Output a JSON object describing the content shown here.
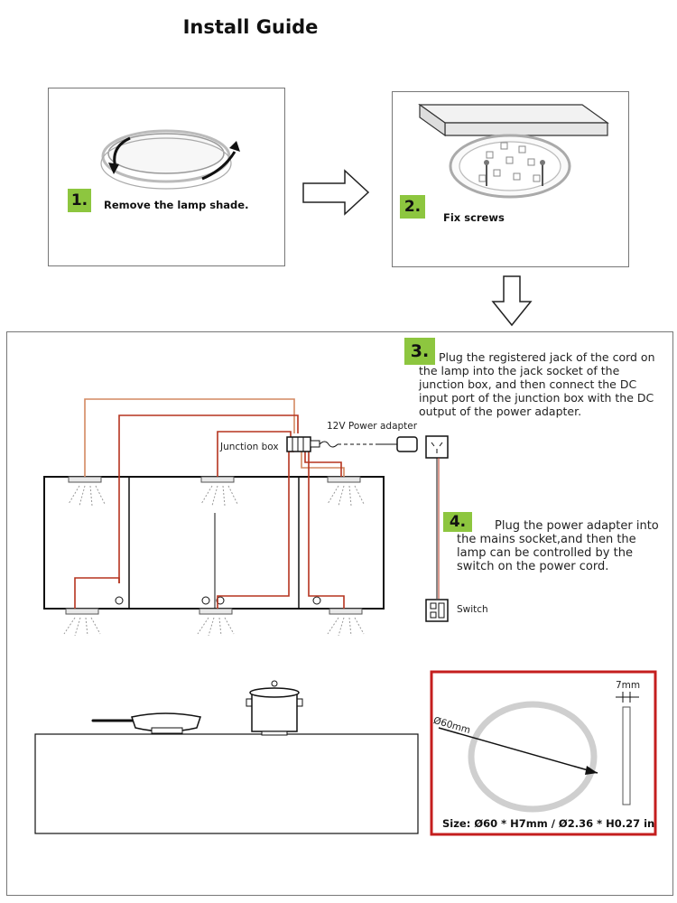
{
  "title": "Install Guide",
  "steps": [
    {
      "number": "1.",
      "text": "Remove the lamp shade."
    },
    {
      "number": "2.",
      "text": "Fix screws"
    },
    {
      "number": "3.",
      "text": "Plug the registered jack of the cord on the lamp into the jack socket of the junction box, and then connect the DC input port of the junction box with the DC output of the power adapter."
    },
    {
      "number": "4.",
      "text": "Plug the power adapter into the mains socket,and then the lamp can be controlled by the switch on the power cord."
    }
  ],
  "labels": {
    "junction_box": "Junction box",
    "power_adapter": "12V Power adapter",
    "switch": "Switch"
  },
  "size": {
    "diameter": "Ø60mm",
    "thickness": "7mm",
    "caption": "Size: Ø60 * H7mm / Ø2.36 * H0.27 in"
  },
  "colors": {
    "badge": "#8dc63f",
    "wire_red": "#b5341f",
    "wire_orange": "#d48860",
    "size_frame": "#c41e1e"
  },
  "icons": [
    "arrow-right-icon",
    "arrow-down-icon",
    "rotate-arrow-icon",
    "wall-socket-icon",
    "power-plug-icon",
    "pot-icon",
    "frying-pan-icon"
  ]
}
